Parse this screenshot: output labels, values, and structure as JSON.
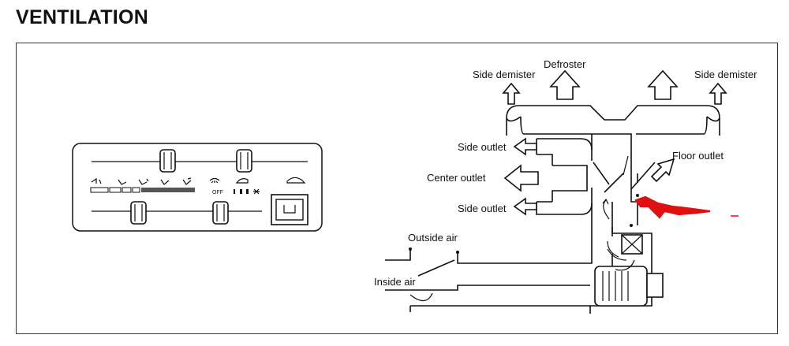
{
  "title": "VENTILATION",
  "control_panel": {
    "off_label": "OFF"
  },
  "labels": {
    "defroster": "Defroster",
    "side_demister_left": "Side demister",
    "side_demister_right": "Side demister",
    "side_outlet_top": "Side outlet",
    "center_outlet": "Center outlet",
    "side_outlet_bottom": "Side outlet",
    "floor_outlet": "Floor outlet",
    "outside_air": "Outside air",
    "inside_air": "Inside air"
  },
  "colors": {
    "highlight_mark": "#e01010"
  },
  "icons": [
    "mode-selector-icons",
    "fan-speed-icons",
    "blower-motor-icon",
    "heater-core-icon",
    "hand-drawn-red-arrow-icon"
  ]
}
